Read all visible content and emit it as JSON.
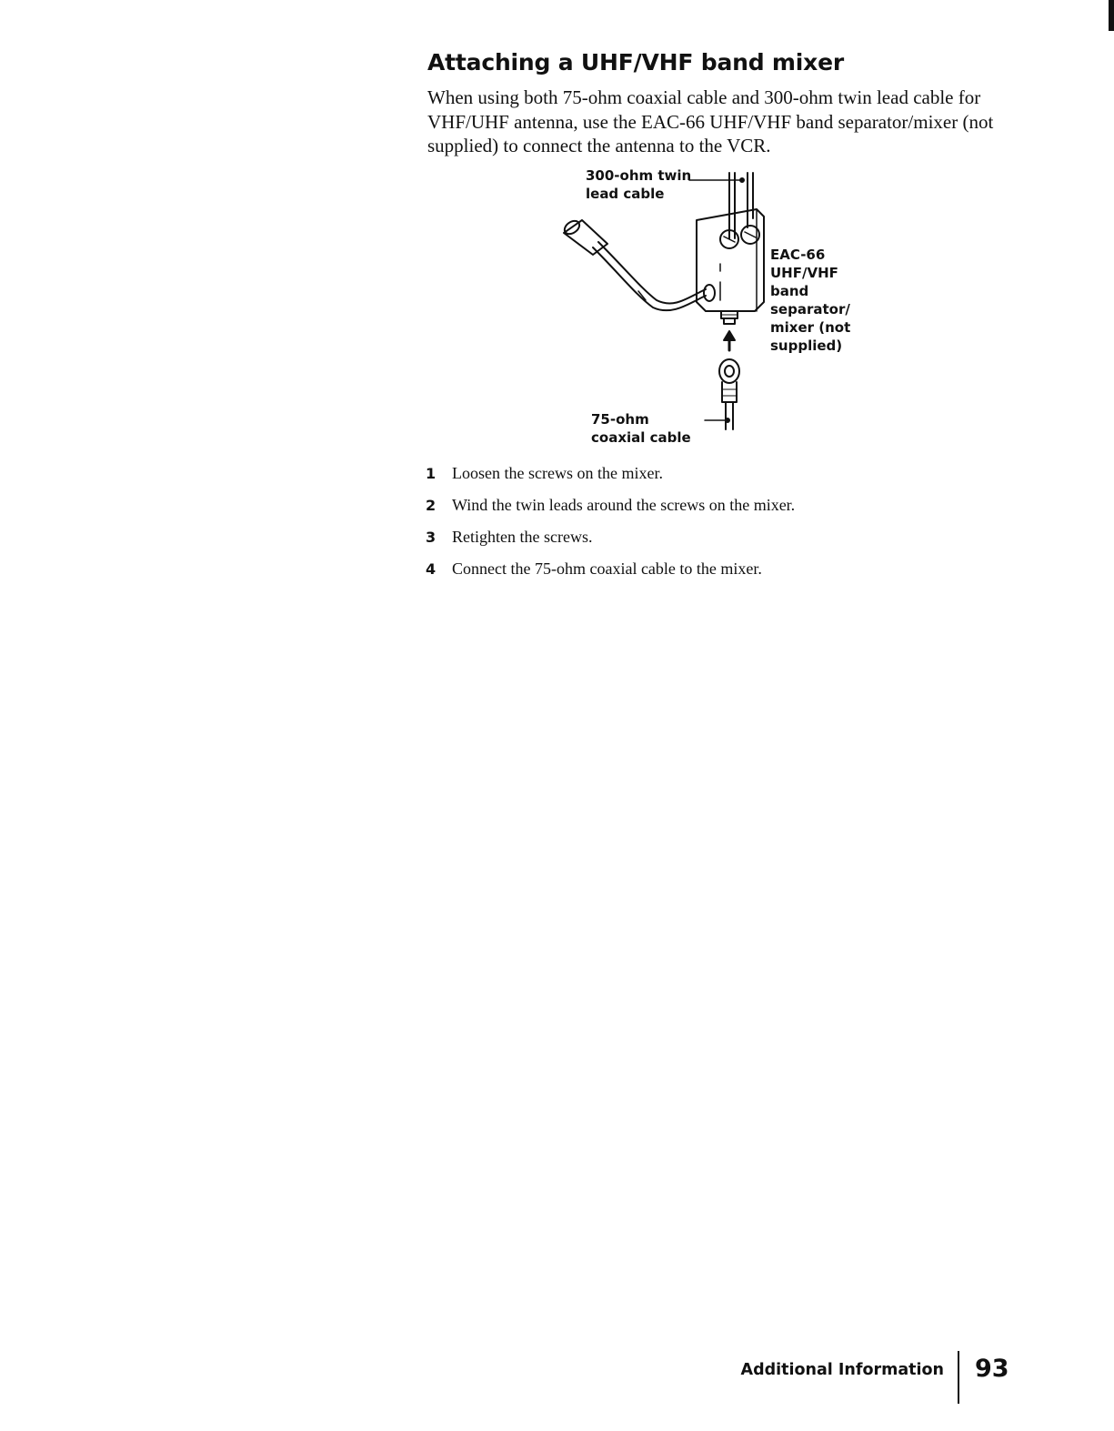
{
  "title": "Attaching a UHF/VHF band mixer",
  "intro": "When using both 75-ohm coaxial cable and 300-ohm twin lead cable for VHF/UHF antenna, use the EAC-66 UHF/VHF band separator/mixer (not supplied) to connect the antenna to the VCR.",
  "diagram": {
    "twin_lead_label": "300-ohm twin lead cable",
    "mixer_label": "EAC-66 UHF/VHF band separator/ mixer (not supplied)",
    "coax_label": "75-ohm coaxial cable"
  },
  "steps": [
    {
      "number": "1",
      "text": "Loosen the screws on the mixer."
    },
    {
      "number": "2",
      "text": "Wind the twin leads around the screws on the mixer."
    },
    {
      "number": "3",
      "text": "Retighten the screws."
    },
    {
      "number": "4",
      "text": "Connect the 75-ohm coaxial cable to the mixer."
    }
  ],
  "footer": {
    "section": "Additional Information",
    "page_number": "93"
  }
}
